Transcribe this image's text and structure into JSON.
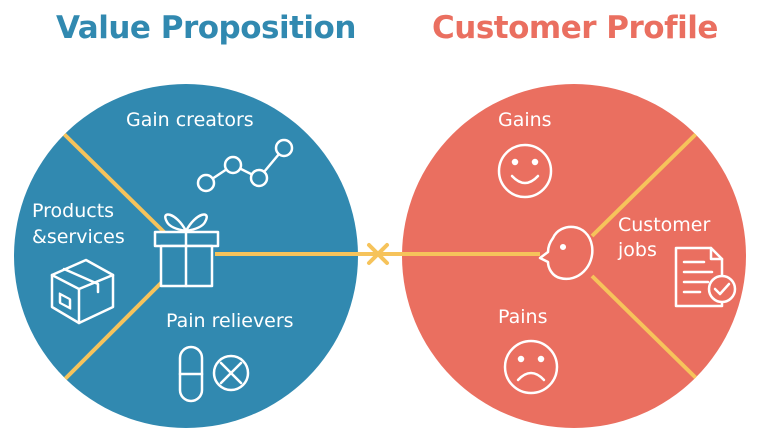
{
  "colors": {
    "value_proposition": "#3189b0",
    "customer_profile": "#ea6f60",
    "divider": "#f6c35b",
    "icon": "#ffffff"
  },
  "value_proposition": {
    "title": "Value Proposition",
    "sections": {
      "gain_creators": {
        "label": "Gain creators",
        "icon": "line-chart-icon"
      },
      "products_services": {
        "label_line1": "Products",
        "label_line2": "&services",
        "icon": "box-icon"
      },
      "pain_relievers": {
        "label": "Pain relievers",
        "icon": "pills-icon"
      }
    },
    "center_icon": "gift-icon"
  },
  "customer_profile": {
    "title": "Customer Profile",
    "sections": {
      "gains": {
        "label": "Gains",
        "icon": "smiley-icon"
      },
      "customer_jobs": {
        "label_line1": "Customer",
        "label_line2": "jobs",
        "icon": "document-check-icon"
      },
      "pains": {
        "label": "Pains",
        "icon": "sad-face-icon"
      }
    },
    "center_icon": "face-profile-icon"
  },
  "connector": {
    "icon": "cross-link-icon"
  }
}
